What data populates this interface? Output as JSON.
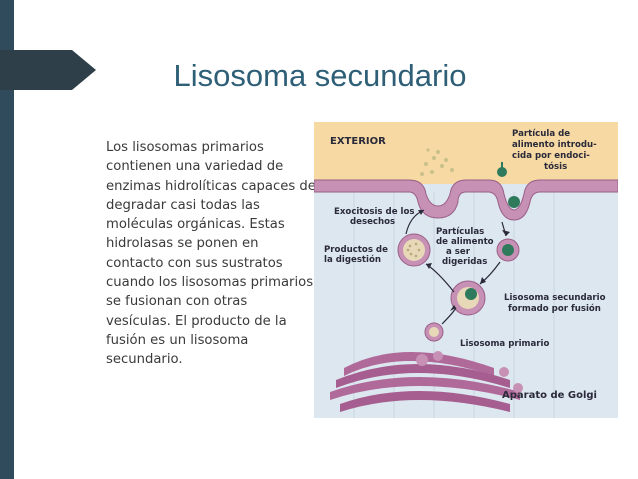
{
  "slide": {
    "title": "Lisosoma secundario",
    "body": "Los lisosomas primarios contienen una variedad de enzimas hidrolíticas capaces de degradar casi todas las moléculas orgánicas. Estas hidrolasas se ponen en contacto con sus sustratos cuando los lisosomas primarios se fusionan con otras vesículas. El producto de la fusión es un lisosoma secundario."
  },
  "figure": {
    "exterior": "EXTERIOR",
    "particle": [
      "Partícula de",
      "alimento introdu-",
      "cida por endoci-",
      "tósis"
    ],
    "exocytosis": [
      "Exocitosis de los",
      "desechos"
    ],
    "food_particles": [
      "Partículas",
      "de alimento",
      "a ser",
      "digeridas"
    ],
    "digestion_products": [
      "Productos de",
      "la digestión"
    ],
    "secondary_lysosome": [
      "Lisosoma secundario",
      "formado por fusión"
    ],
    "primary_lysosome": "Lisosoma primario",
    "golgi": "Aparato de Golgi"
  },
  "colors": {
    "side_bar": "#2f4b5c",
    "title": "#2e5f77",
    "exterior_bg": "#f6d9a3",
    "membrane": "#c790b5",
    "cytoplasm": "#d6e3ee",
    "golgi": "#b06a9a",
    "particle_green": "#2f7a5c"
  }
}
